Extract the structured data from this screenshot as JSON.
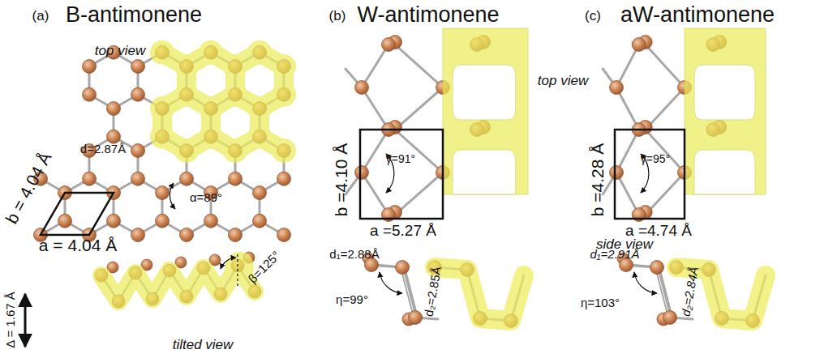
{
  "diagram": {
    "labels": [
      "(a)",
      "B-antimonene",
      "(b)",
      "W-antimonene",
      "(c)",
      "aW-antimonene",
      "top view",
      "d=2.87Å",
      "α=89°",
      "b = 4.04 Å",
      "a = 4.04 Å",
      "β=125°",
      "Δ = 1.67 Å",
      "tilted view",
      "b =4.10 Å",
      "γ=91°",
      "a =5.27 Å",
      "top view",
      "b =4.28 Å",
      "γ=95°",
      "a =4.74 Å",
      "side view",
      "d₁=2.88Å",
      "d₂=2.85Å",
      "η=99°",
      "d₁=2.91Å",
      "d₂=2.84Å",
      "η=103°"
    ]
  }
}
